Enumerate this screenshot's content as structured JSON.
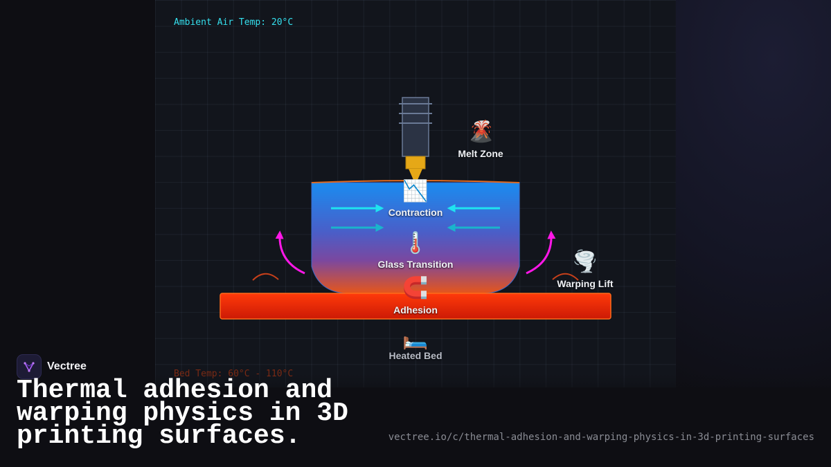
{
  "diagram": {
    "ambient_label": "Ambient Air Temp: 20°C",
    "bed_temp_label": "Bed Temp: 60°C - 110°C",
    "labels": {
      "melt_zone": "Melt Zone",
      "contraction": "Contraction",
      "glass_transition": "Glass Transition",
      "warping_lift": "Warping Lift",
      "adhesion": "Adhesion",
      "heated_bed": "Heated Bed"
    },
    "icons": {
      "melt_zone": "🌋",
      "contraction": "📉",
      "glass_transition": "🌡️",
      "warping_lift": "🌪️",
      "adhesion": "🧲",
      "heated_bed": "🛏️"
    },
    "colors": {
      "print_top": "#1a8cf0",
      "print_mid": "#6a4fb0",
      "print_bottom": "#e0541e",
      "bed": "#e82a0a",
      "arrow_contraction": "#1fe3f0",
      "arrow_warp": "#ff17e8",
      "nozzle_tip": "#e6a817"
    }
  },
  "footer": {
    "brand": "Vectree",
    "headline": "Thermal adhesion and warping physics in 3D printing surfaces.",
    "url": "vectree.io/c/thermal-adhesion-and-warping-physics-in-3d-printing-surfaces"
  }
}
